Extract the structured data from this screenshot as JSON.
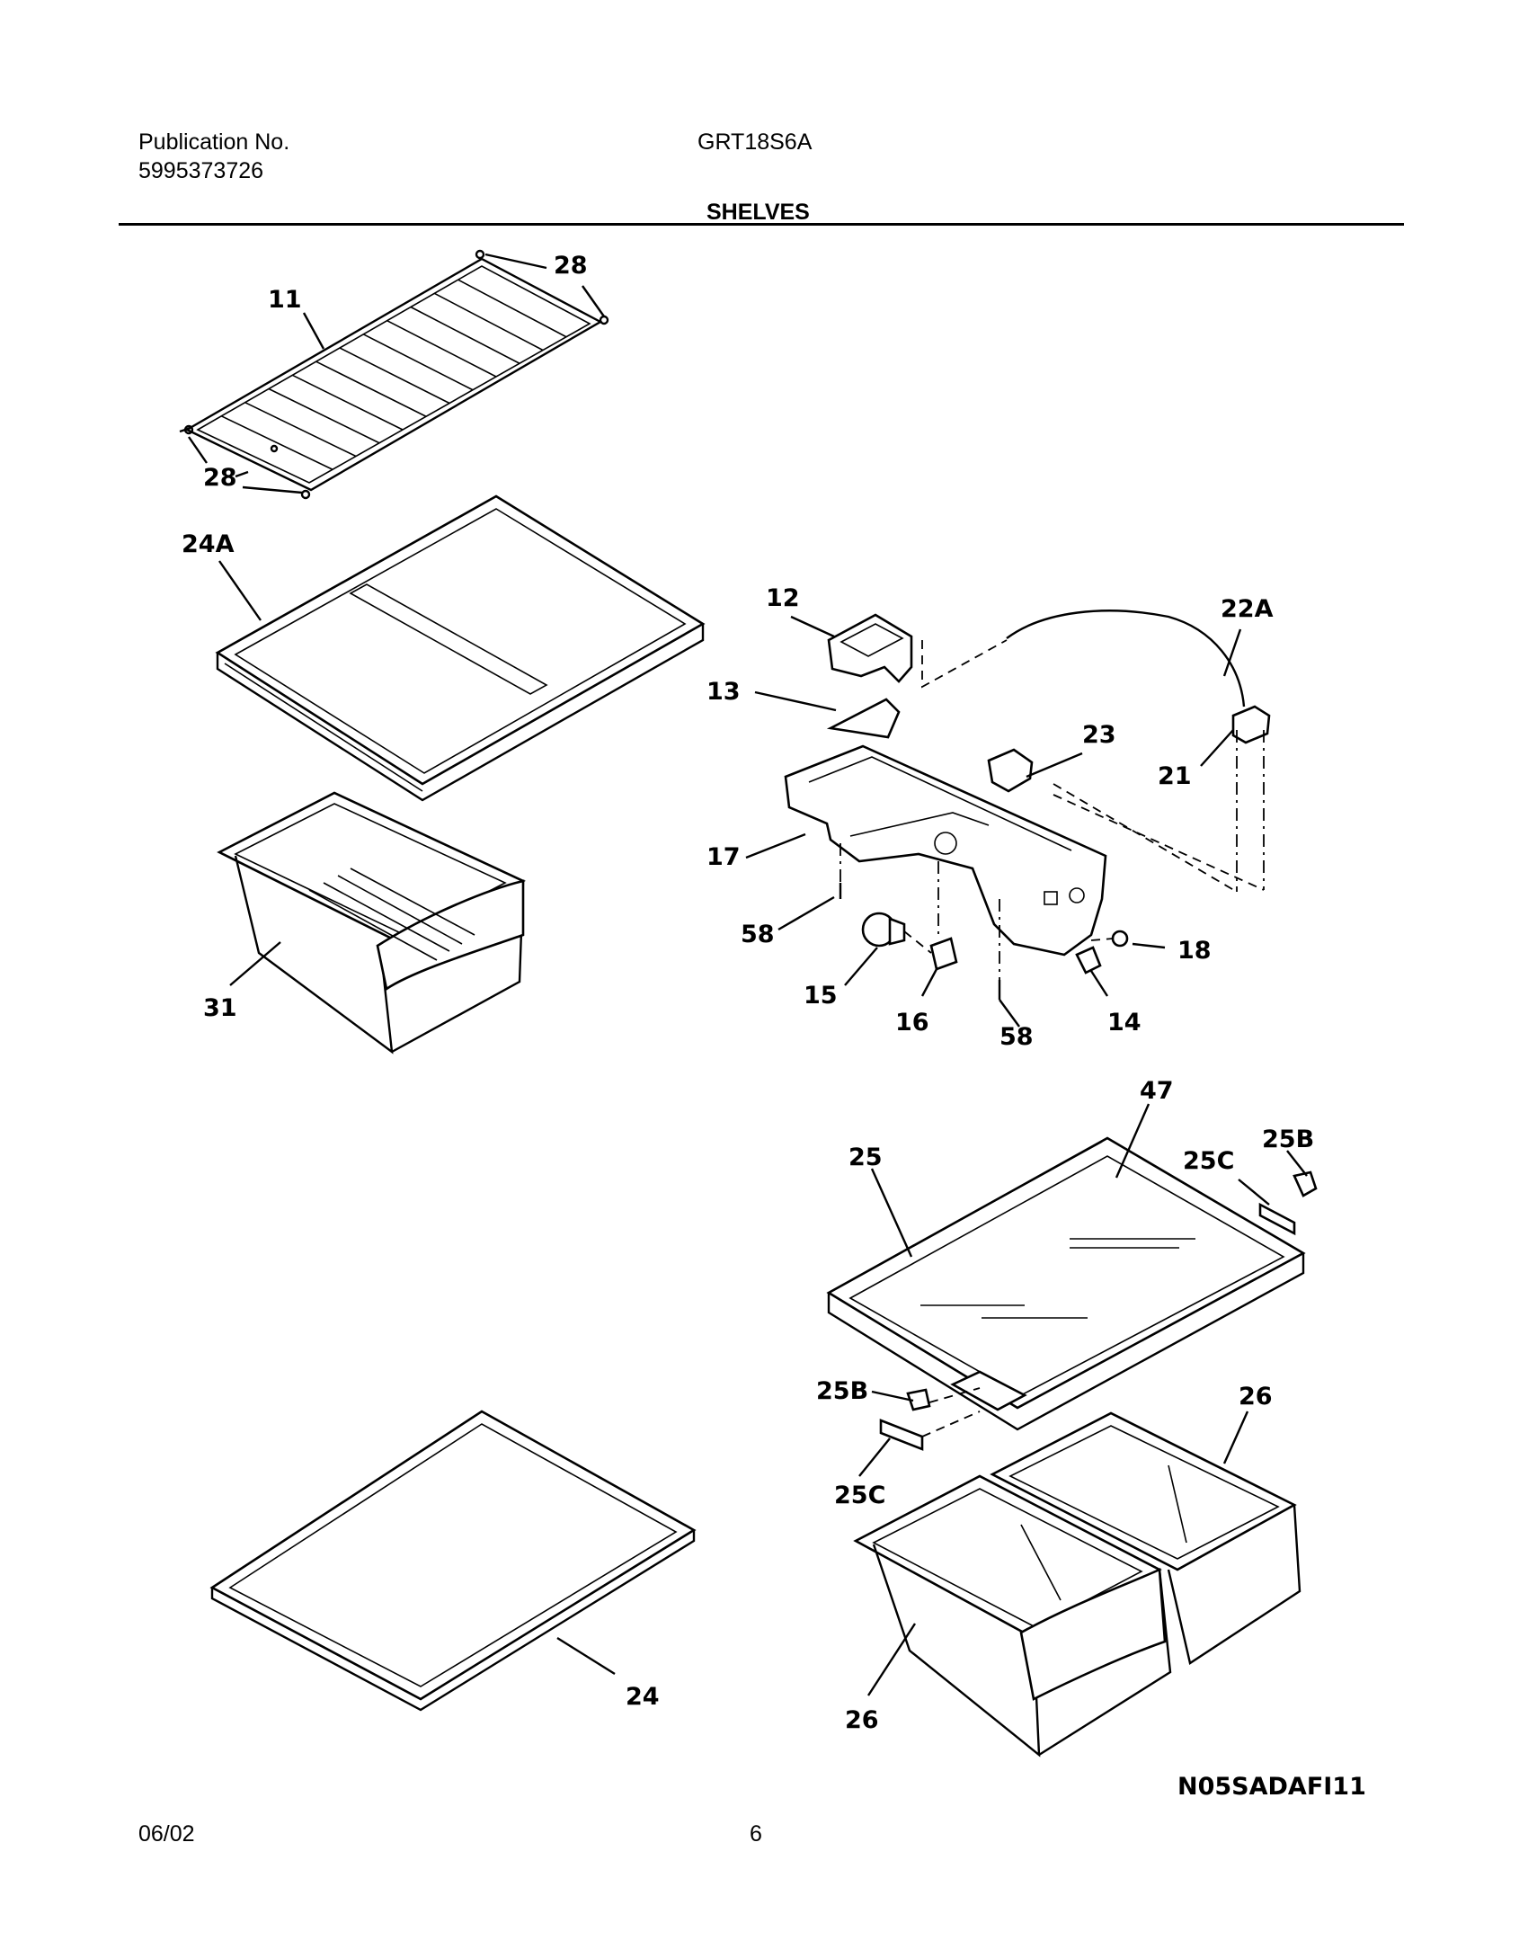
{
  "header": {
    "publication_label": "Publication No.",
    "publication_number": "5995373726",
    "model": "GRT18S6A",
    "section_title": "SHELVES"
  },
  "callouts": [
    "28",
    "11",
    "28",
    "24A",
    "31",
    "12",
    "22A",
    "13",
    "23",
    "21",
    "17",
    "58",
    "18",
    "15",
    "16",
    "58",
    "14",
    "47",
    "25B",
    "25C",
    "25",
    "25B",
    "26",
    "25C",
    "24",
    "26"
  ],
  "drawing_code": "N05SADAFI11",
  "footer": {
    "date": "06/02",
    "page": "6"
  }
}
